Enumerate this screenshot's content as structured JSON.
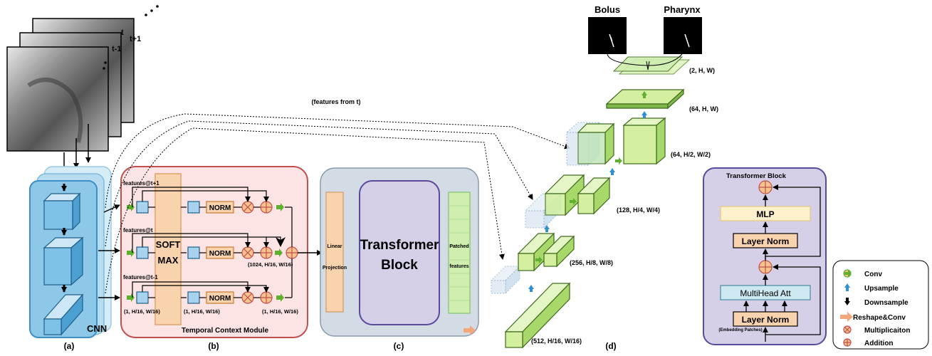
{
  "frames": {
    "t_plus_1": "t+1",
    "t": "t",
    "t_minus_1": "t-1"
  },
  "cnn": {
    "label": "CNN"
  },
  "panel_labels": {
    "a": "(a)",
    "b": "(b)",
    "c": "(c)",
    "d": "(d)"
  },
  "tcm": {
    "title": "Temporal Context Module",
    "features_t_plus_1": "features@t+1",
    "features_t": "features@t",
    "features_t_minus_1": "features@t-1",
    "softmax_line1": "SOFT",
    "softmax_line2": "MAX",
    "norm": "NORM",
    "dim_in": "(1, H/16, W/16)",
    "dim_mid": "(1, H/16, W/16)",
    "dim_out": "(1, H/16, W/16)",
    "dim_concat": "(1024, H/16, W/16)"
  },
  "transformer": {
    "linear_line1": "Linear",
    "linear_line2": "Projection",
    "block_line1": "Transformer",
    "block_line2": "Block",
    "patched_line1": "Patched",
    "patched_line2": "features"
  },
  "decoder": {
    "features_from_t": "(features from t)",
    "dim_512": "(512, H/16, W/16)",
    "dim_256": "(256, H/8, W/8)",
    "dim_128": "(128, H/4, W/4)",
    "dim_64_half": "(64, H/2, W/2)",
    "dim_64_full": "(64, H, W)",
    "dim_2": "(2, H, W)",
    "bolus": "Bolus",
    "pharynx": "Pharynx"
  },
  "tblock": {
    "title": "Transformer Block",
    "mlp": "MLP",
    "layer_norm_top": "Layer Norm",
    "multihead": "MultiHead Att",
    "layer_norm_bottom": "Layer Norm",
    "embedding": "(Embedding Patches)"
  },
  "legend": {
    "conv": "Conv",
    "upsample": "Upsample",
    "downsample": "Downsample",
    "reshape": "Reshape&Conv",
    "multiplication": "Multiplicaiton",
    "addition": "Addition"
  },
  "colors": {
    "cnn_blue": "#5aa9d6",
    "tcm_border": "#c0504d",
    "tcm_fill": "#fbe4e3",
    "softmax_fill": "#f8d3ad",
    "transformer_fill": "#d3dbe4",
    "block_fill": "#d6cfe8",
    "cube_green": "#d3ef9f",
    "conv_arrow": "#5fb030",
    "upsample_arrow": "#2f8fd0",
    "reshape_arrow": "#f3a77d",
    "op_fill": "#f8c28c"
  }
}
